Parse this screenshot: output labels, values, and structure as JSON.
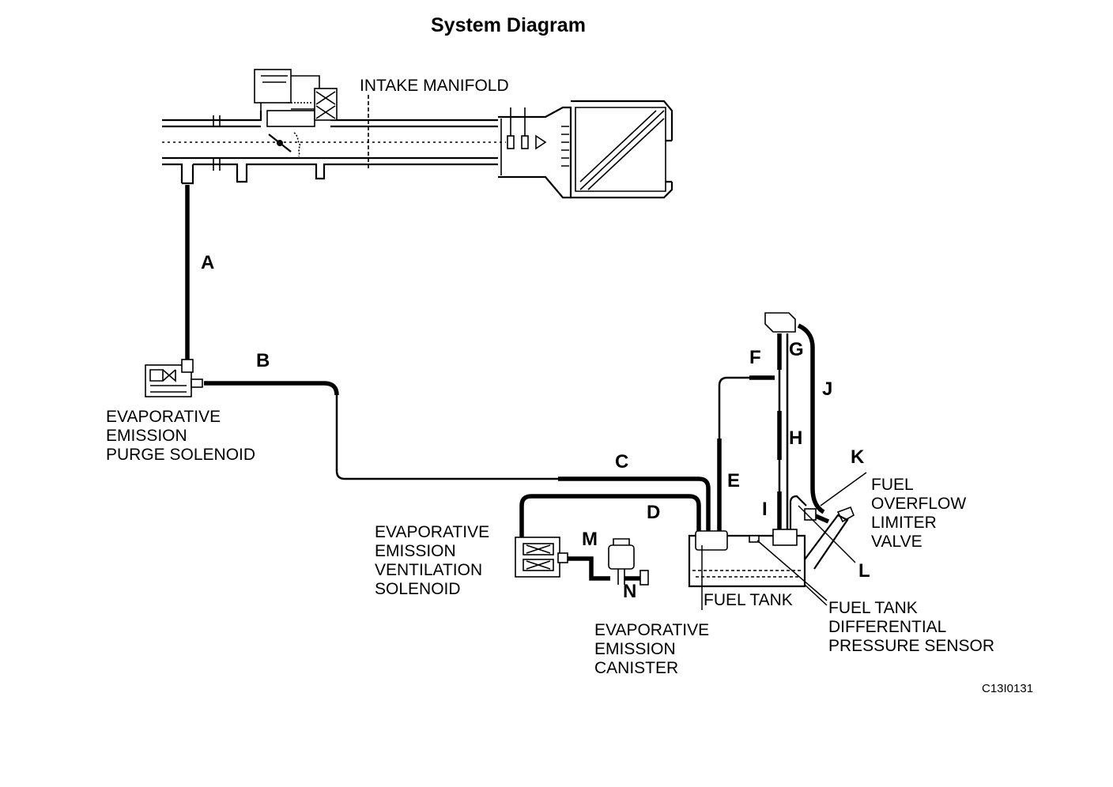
{
  "title": "System Diagram",
  "figure_code": "C13I0131",
  "components": {
    "intake_manifold": "INTAKE MANIFOLD",
    "purge_solenoid": [
      "EVAPORATIVE",
      "EMISSION",
      "PURGE SOLENOID"
    ],
    "ventilation_solenoid": [
      "EVAPORATIVE",
      "EMISSION",
      "VENTILATION",
      "SOLENOID"
    ],
    "canister": [
      "EVAPORATIVE",
      "EMISSION",
      "CANISTER"
    ],
    "fuel_tank": "FUEL TANK",
    "pressure_sensor": [
      "FUEL TANK",
      "DIFFERENTIAL",
      "PRESSURE SENSOR"
    ],
    "overflow_valve": [
      "FUEL",
      "OVERFLOW",
      "LIMITER",
      "VALVE"
    ]
  },
  "hose_labels": {
    "a": "A",
    "b": "B",
    "c": "C",
    "d": "D",
    "e": "E",
    "f": "F",
    "g": "G",
    "h": "H",
    "i": "I",
    "j": "J",
    "k": "K",
    "l": "L",
    "m": "M",
    "n": "N"
  }
}
